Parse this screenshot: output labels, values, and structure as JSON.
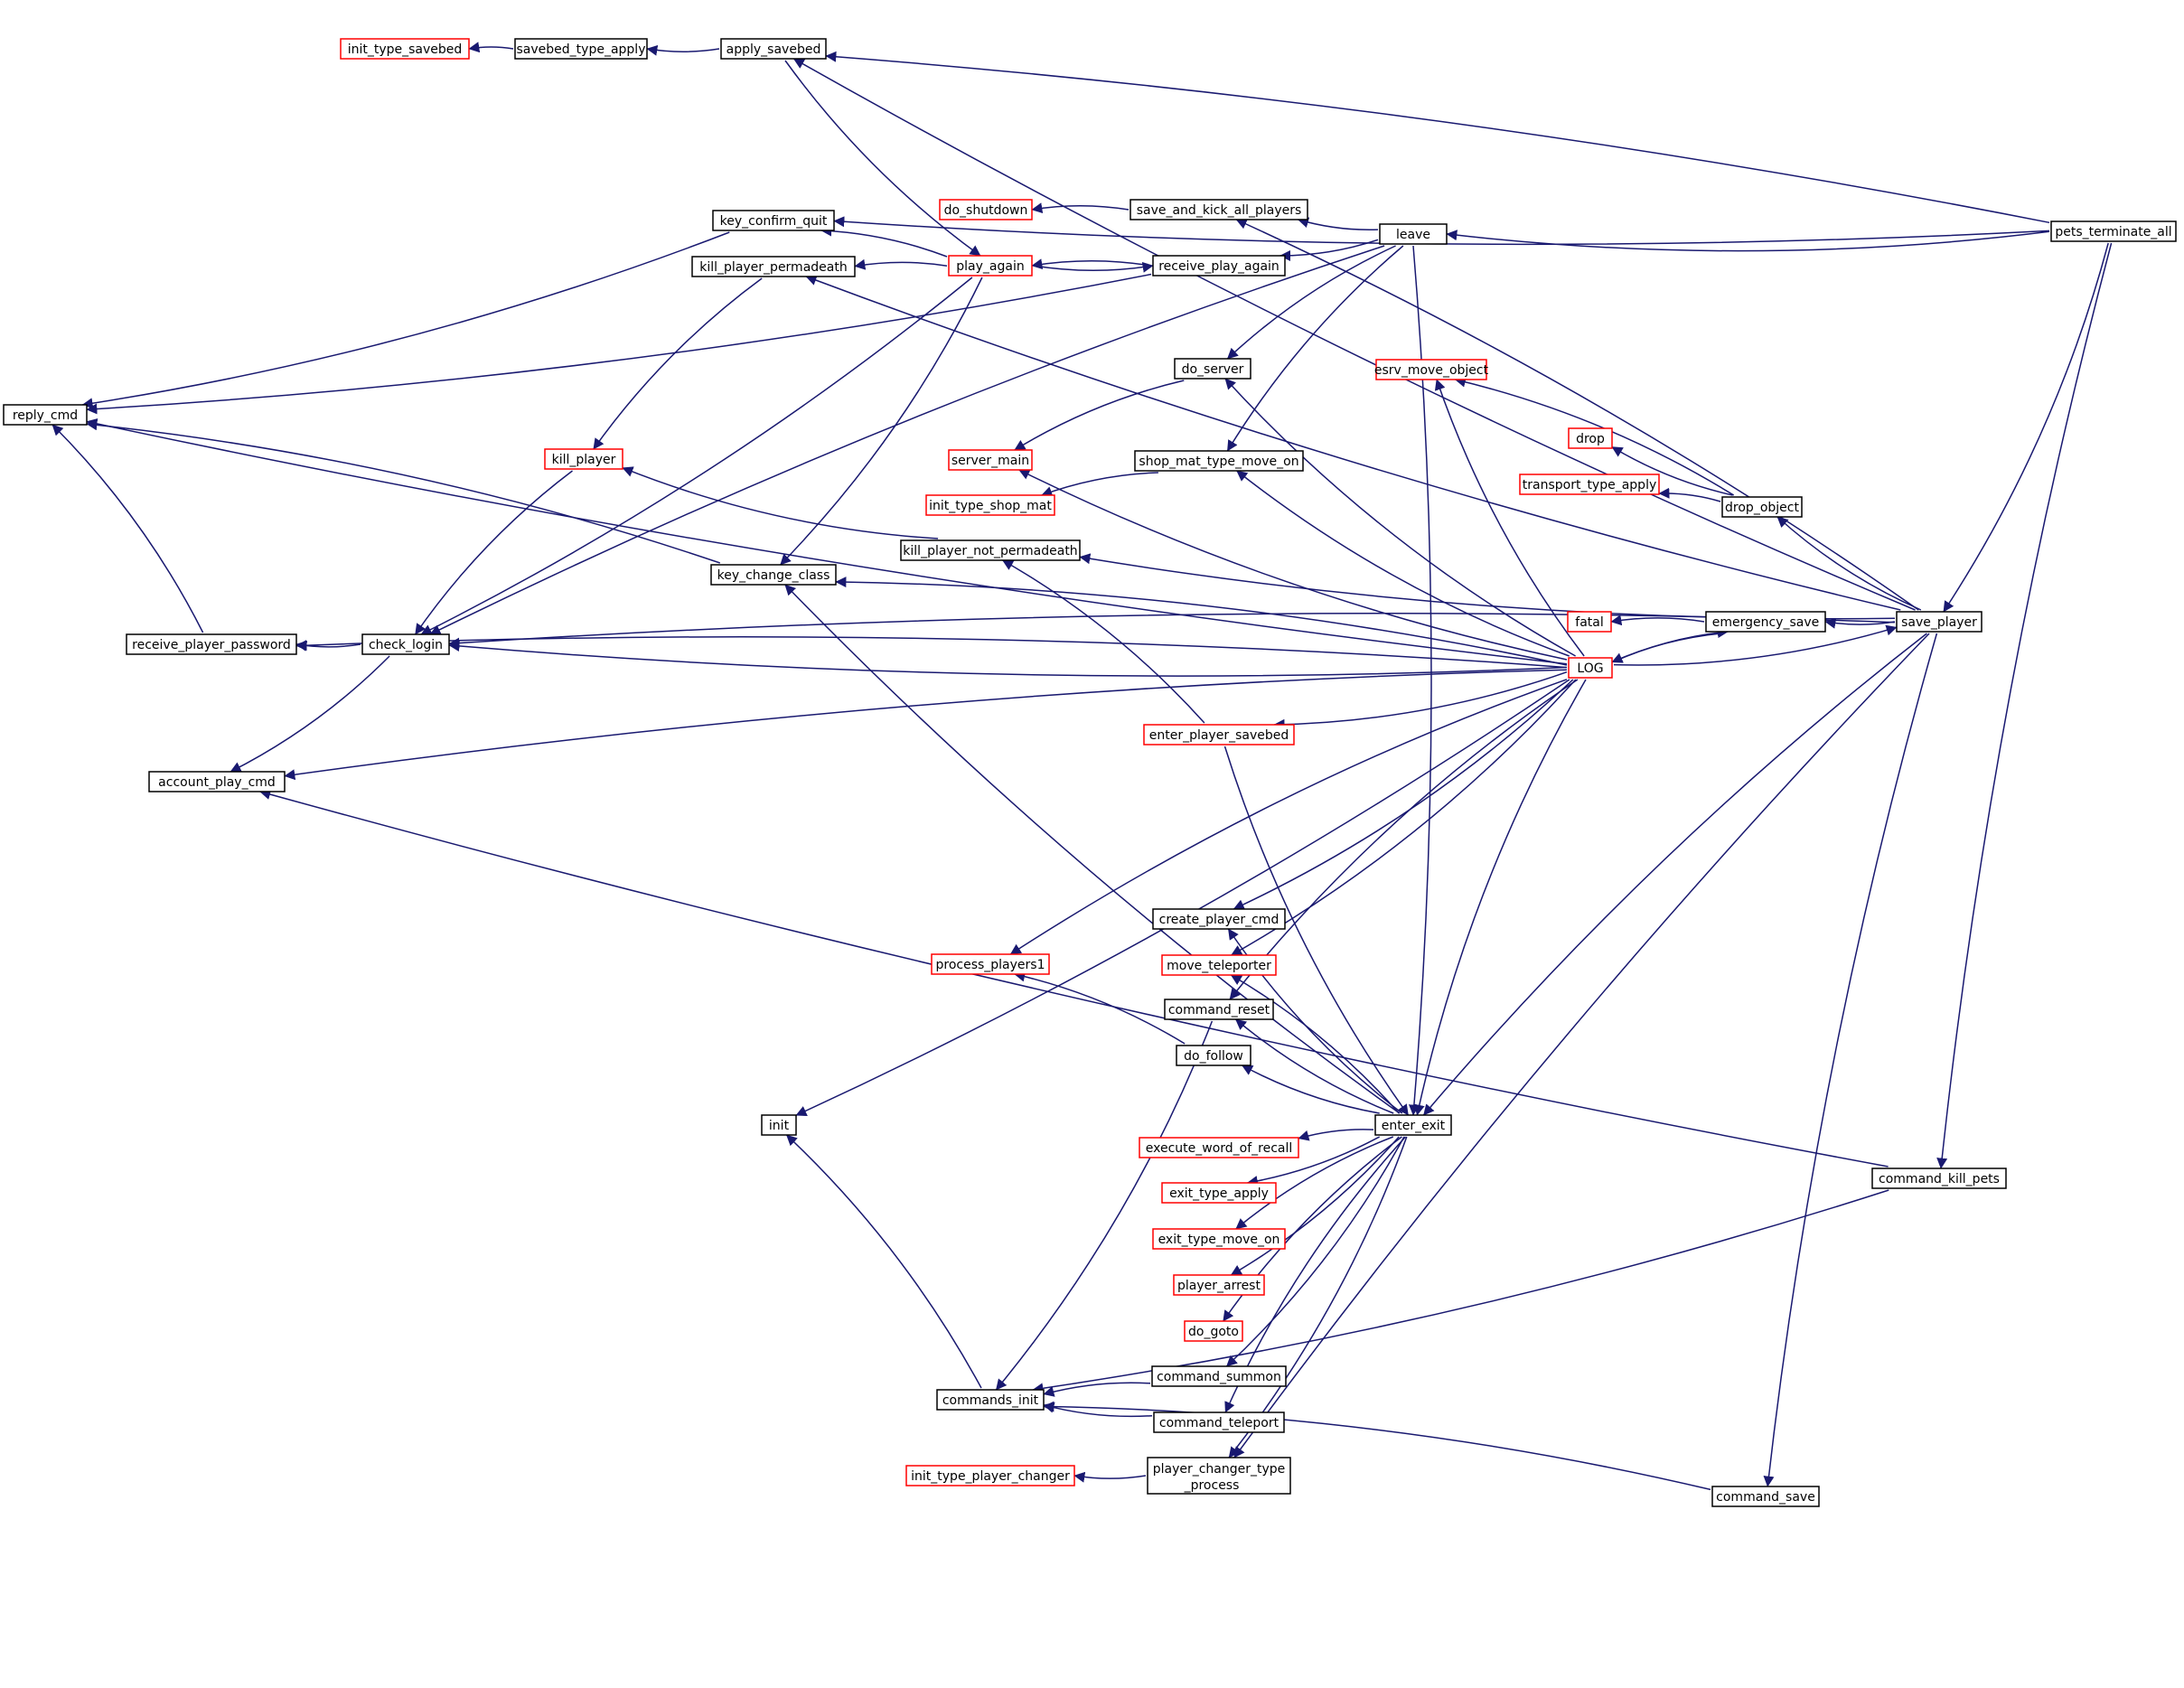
{
  "diagram": {
    "colors": {
      "edge": "#191970",
      "node_border": "#000000",
      "truncated_border": "#ff0000",
      "root_fill": "#bfbfbf",
      "text": "#000000"
    },
    "nodes": [
      {
        "id": "pets_terminate_all",
        "label": "pets_terminate_all",
        "style": "root"
      },
      {
        "id": "init_type_savebed",
        "label": "init_type_savebed",
        "style": "red"
      },
      {
        "id": "savebed_type_apply",
        "label": "savebed_type_apply",
        "style": "normal"
      },
      {
        "id": "apply_savebed",
        "label": "apply_savebed",
        "style": "normal"
      },
      {
        "id": "key_confirm_quit",
        "label": "key_confirm_quit",
        "style": "normal"
      },
      {
        "id": "do_shutdown",
        "label": "do_shutdown",
        "style": "red"
      },
      {
        "id": "save_and_kick_all_players",
        "label": "save_and_kick_all_players",
        "style": "normal"
      },
      {
        "id": "leave",
        "label": "leave",
        "style": "normal"
      },
      {
        "id": "kill_player_permadeath",
        "label": "kill_player_permadeath",
        "style": "normal"
      },
      {
        "id": "play_again",
        "label": "play_again",
        "style": "red"
      },
      {
        "id": "receive_play_again",
        "label": "receive_play_again",
        "style": "normal"
      },
      {
        "id": "do_server",
        "label": "do_server",
        "style": "normal"
      },
      {
        "id": "esrv_move_object",
        "label": "esrv_move_object",
        "style": "red"
      },
      {
        "id": "reply_cmd",
        "label": "reply_cmd",
        "style": "normal"
      },
      {
        "id": "drop",
        "label": "drop",
        "style": "red"
      },
      {
        "id": "kill_player",
        "label": "kill_player",
        "style": "red"
      },
      {
        "id": "server_main",
        "label": "server_main",
        "style": "red"
      },
      {
        "id": "shop_mat_type_move_on",
        "label": "shop_mat_type_move_on",
        "style": "normal"
      },
      {
        "id": "transport_type_apply",
        "label": "transport_type_apply",
        "style": "red"
      },
      {
        "id": "init_type_shop_mat",
        "label": "init_type_shop_mat",
        "style": "red"
      },
      {
        "id": "drop_object",
        "label": "drop_object",
        "style": "normal"
      },
      {
        "id": "kill_player_not_permadeath",
        "label": "kill_player_not_permadeath",
        "style": "normal"
      },
      {
        "id": "key_change_class",
        "label": "key_change_class",
        "style": "normal"
      },
      {
        "id": "fatal",
        "label": "fatal",
        "style": "red"
      },
      {
        "id": "emergency_save",
        "label": "emergency_save",
        "style": "normal"
      },
      {
        "id": "save_player",
        "label": "save_player",
        "style": "normal"
      },
      {
        "id": "receive_player_password",
        "label": "receive_player_password",
        "style": "normal"
      },
      {
        "id": "check_login",
        "label": "check_login",
        "style": "normal"
      },
      {
        "id": "LOG",
        "label": "LOG",
        "style": "red"
      },
      {
        "id": "enter_player_savebed",
        "label": "enter_player_savebed",
        "style": "red"
      },
      {
        "id": "account_play_cmd",
        "label": "account_play_cmd",
        "style": "normal"
      },
      {
        "id": "create_player_cmd",
        "label": "create_player_cmd",
        "style": "normal"
      },
      {
        "id": "process_players1",
        "label": "process_players1",
        "style": "red"
      },
      {
        "id": "move_teleporter",
        "label": "move_teleporter",
        "style": "red"
      },
      {
        "id": "command_reset",
        "label": "command_reset",
        "style": "normal"
      },
      {
        "id": "do_follow",
        "label": "do_follow",
        "style": "normal"
      },
      {
        "id": "init",
        "label": "init",
        "style": "normal"
      },
      {
        "id": "enter_exit",
        "label": "enter_exit",
        "style": "normal"
      },
      {
        "id": "execute_word_of_recall",
        "label": "execute_word_of_recall",
        "style": "red"
      },
      {
        "id": "command_kill_pets",
        "label": "command_kill_pets",
        "style": "normal"
      },
      {
        "id": "exit_type_apply",
        "label": "exit_type_apply",
        "style": "red"
      },
      {
        "id": "exit_type_move_on",
        "label": "exit_type_move_on",
        "style": "red"
      },
      {
        "id": "player_arrest",
        "label": "player_arrest",
        "style": "red"
      },
      {
        "id": "do_goto",
        "label": "do_goto",
        "style": "red"
      },
      {
        "id": "command_summon",
        "label": "command_summon",
        "style": "normal"
      },
      {
        "id": "commands_init",
        "label": "commands_init",
        "style": "normal"
      },
      {
        "id": "command_teleport",
        "label": "command_teleport",
        "style": "normal"
      },
      {
        "id": "init_type_player_changer",
        "label": "init_type_player_changer",
        "style": "red"
      },
      {
        "id": "player_changer_type_process",
        "label": "player_changer_type_process",
        "style": "normal",
        "lines": [
          "player_changer_type",
          "_process"
        ]
      },
      {
        "id": "command_save",
        "label": "command_save",
        "style": "normal"
      }
    ],
    "edges": [
      [
        "init_type_savebed",
        "savebed_type_apply"
      ],
      [
        "savebed_type_apply",
        "apply_savebed"
      ],
      [
        "apply_savebed",
        "pets_terminate_all"
      ],
      [
        "apply_savebed",
        "save_player"
      ],
      [
        "play_again",
        "apply_savebed"
      ],
      [
        "key_confirm_quit",
        "pets_terminate_all"
      ],
      [
        "key_confirm_quit",
        "play_again"
      ],
      [
        "reply_cmd",
        "key_confirm_quit"
      ],
      [
        "do_shutdown",
        "save_and_kick_all_players"
      ],
      [
        "save_and_kick_all_players",
        "leave"
      ],
      [
        "save_and_kick_all_players",
        "save_player"
      ],
      [
        "leave",
        "pets_terminate_all"
      ],
      [
        "kill_player_permadeath",
        "play_again"
      ],
      [
        "kill_player_permadeath",
        "save_player"
      ],
      [
        "receive_play_again",
        "play_again"
      ],
      [
        "receive_play_again",
        "leave"
      ],
      [
        "play_again",
        "receive_play_again"
      ],
      [
        "reply_cmd",
        "receive_play_again"
      ],
      [
        "do_server",
        "leave"
      ],
      [
        "do_server",
        "LOG"
      ],
      [
        "server_main",
        "do_server"
      ],
      [
        "server_main",
        "LOG"
      ],
      [
        "shop_mat_type_move_on",
        "leave"
      ],
      [
        "shop_mat_type_move_on",
        "LOG"
      ],
      [
        "init_type_shop_mat",
        "shop_mat_type_move_on"
      ],
      [
        "esrv_move_object",
        "LOG"
      ],
      [
        "esrv_move_object",
        "drop_object"
      ],
      [
        "drop",
        "drop_object"
      ],
      [
        "transport_type_apply",
        "drop_object"
      ],
      [
        "drop_object",
        "save_player"
      ],
      [
        "kill_player",
        "kill_player_permadeath"
      ],
      [
        "kill_player",
        "kill_player_not_permadeath"
      ],
      [
        "check_login",
        "kill_player"
      ],
      [
        "check_login",
        "play_again"
      ],
      [
        "check_login",
        "leave"
      ],
      [
        "check_login",
        "LOG"
      ],
      [
        "check_login",
        "save_player"
      ],
      [
        "kill_player_not_permadeath",
        "save_player"
      ],
      [
        "kill_player_not_permadeath",
        "enter_player_savebed"
      ],
      [
        "key_change_class",
        "play_again"
      ],
      [
        "key_change_class",
        "LOG"
      ],
      [
        "key_change_class",
        "enter_exit"
      ],
      [
        "reply_cmd",
        "key_change_class"
      ],
      [
        "reply_cmd",
        "LOG"
      ],
      [
        "reply_cmd",
        "receive_player_password"
      ],
      [
        "receive_player_password",
        "check_login"
      ],
      [
        "receive_player_password",
        "LOG"
      ],
      [
        "account_play_cmd",
        "check_login"
      ],
      [
        "account_play_cmd",
        "LOG"
      ],
      [
        "account_play_cmd",
        "command_kill_pets"
      ],
      [
        "fatal",
        "emergency_save"
      ],
      [
        "emergency_save",
        "LOG"
      ],
      [
        "LOG",
        "emergency_save"
      ],
      [
        "emergency_save",
        "save_player"
      ],
      [
        "save_player",
        "LOG"
      ],
      [
        "save_player",
        "pets_terminate_all"
      ],
      [
        "command_kill_pets",
        "pets_terminate_all"
      ],
      [
        "enter_player_savebed",
        "LOG"
      ],
      [
        "enter_exit",
        "enter_player_savebed"
      ],
      [
        "create_player_cmd",
        "LOG"
      ],
      [
        "process_players1",
        "LOG"
      ],
      [
        "move_teleporter",
        "LOG"
      ],
      [
        "command_reset",
        "LOG"
      ],
      [
        "init",
        "LOG"
      ],
      [
        "enter_exit",
        "LOG"
      ],
      [
        "enter_exit",
        "leave"
      ],
      [
        "enter_exit",
        "save_player"
      ],
      [
        "create_player_cmd",
        "enter_exit"
      ],
      [
        "move_teleporter",
        "enter_exit"
      ],
      [
        "command_reset",
        "enter_exit"
      ],
      [
        "process_players1",
        "do_follow"
      ],
      [
        "do_follow",
        "enter_exit"
      ],
      [
        "execute_word_of_recall",
        "enter_exit"
      ],
      [
        "exit_type_apply",
        "enter_exit"
      ],
      [
        "exit_type_move_on",
        "enter_exit"
      ],
      [
        "player_arrest",
        "enter_exit"
      ],
      [
        "do_goto",
        "enter_exit"
      ],
      [
        "command_summon",
        "enter_exit"
      ],
      [
        "command_teleport",
        "enter_exit"
      ],
      [
        "player_changer_type_process",
        "enter_exit"
      ],
      [
        "player_changer_type_process",
        "save_player"
      ],
      [
        "init_type_player_changer",
        "player_changer_type_process"
      ],
      [
        "init",
        "commands_init"
      ],
      [
        "commands_init",
        "command_reset"
      ],
      [
        "commands_init",
        "command_summon"
      ],
      [
        "commands_init",
        "command_teleport"
      ],
      [
        "commands_init",
        "command_save"
      ],
      [
        "commands_init",
        "command_kill_pets"
      ],
      [
        "command_save",
        "save_player"
      ]
    ]
  }
}
